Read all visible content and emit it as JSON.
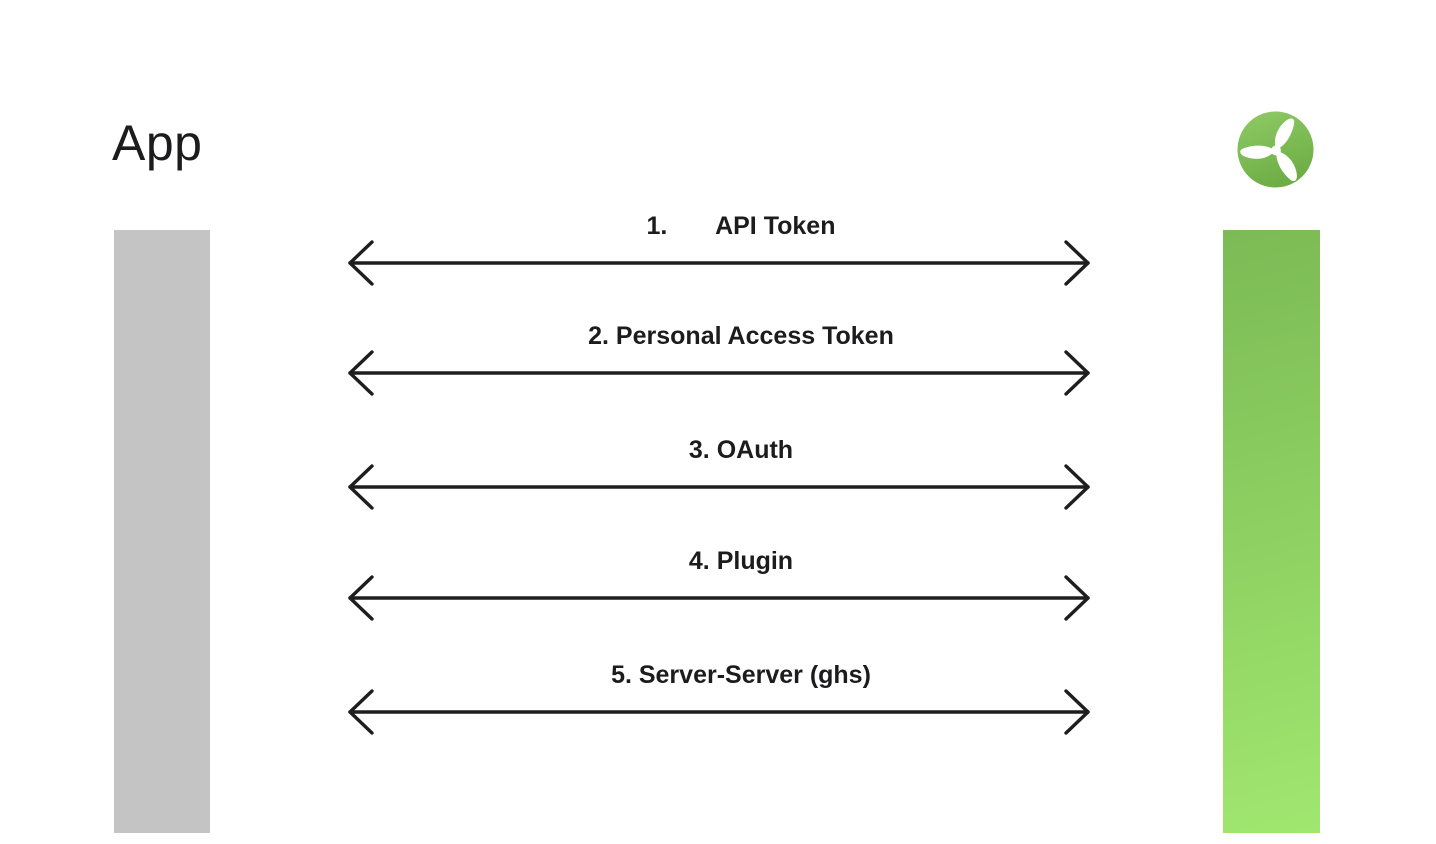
{
  "page": {
    "background": "#ffffff",
    "text_color": "#1c1c1e"
  },
  "header": {
    "title": "App"
  },
  "logo": {
    "icon": "propeller-icon",
    "gradient_top": "#8fcb66",
    "gradient_bottom": "#6fae47"
  },
  "bars": {
    "left": {
      "role": "app-column",
      "color": "#c4c4c4"
    },
    "right": {
      "role": "service-column",
      "gradient_top": "#7cba55",
      "gradient_bottom": "#a0e76f"
    }
  },
  "arrows": {
    "color": "#1e1e1e",
    "items": [
      {
        "label": "1.       API Token"
      },
      {
        "label": "2. Personal Access Token"
      },
      {
        "label": "3. OAuth"
      },
      {
        "label": "4. Plugin"
      },
      {
        "label": "5. Server-Server (ghs)"
      }
    ]
  }
}
